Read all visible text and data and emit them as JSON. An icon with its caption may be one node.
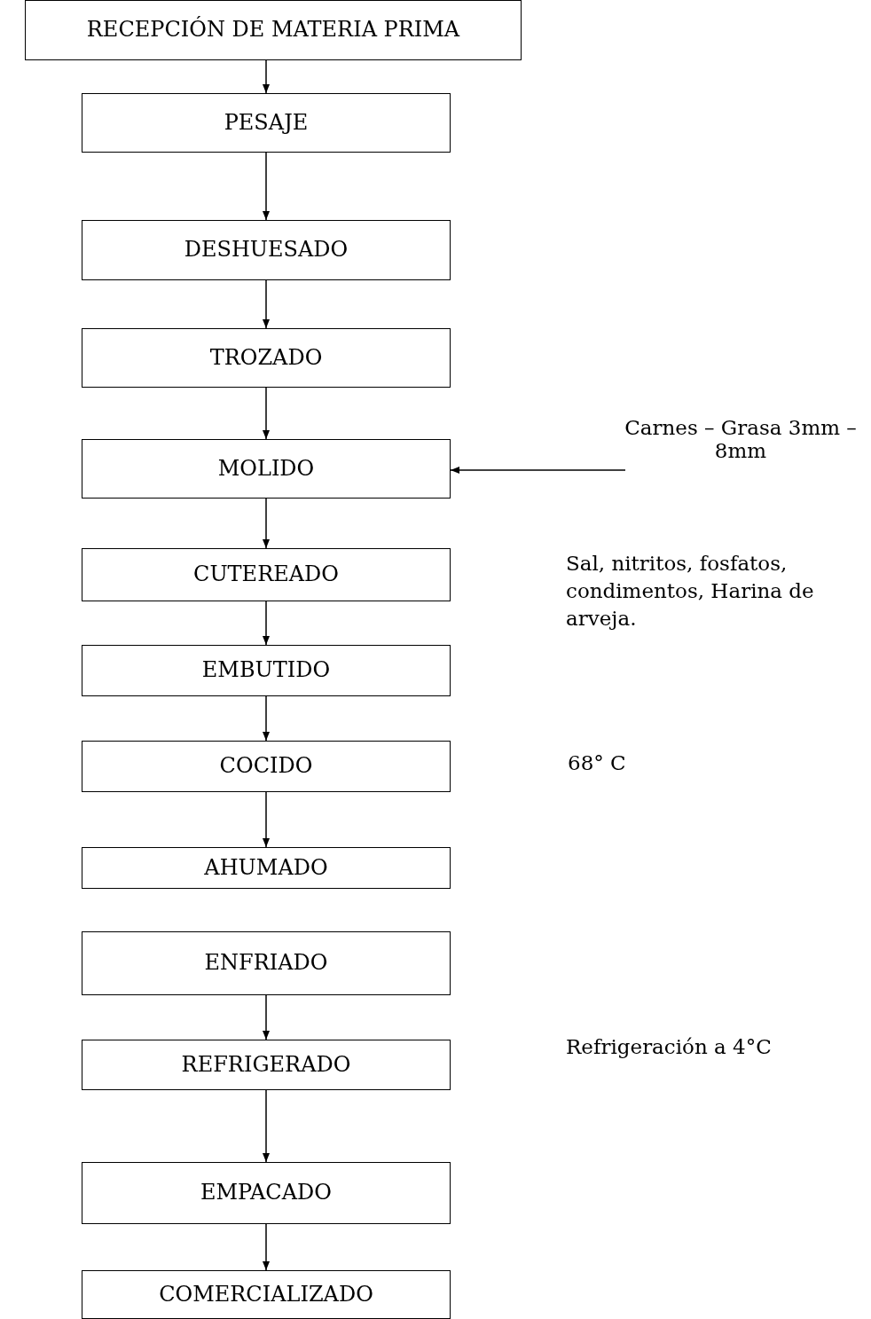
{
  "diagram": {
    "nodes": [
      {
        "text": [
          "RECEPCIÓN DE MATERIA PRIMA"
        ]
      },
      {
        "text": [
          "PESAJE"
        ]
      },
      {
        "text": [
          "DESHUESADO"
        ]
      },
      {
        "text": [
          "TROZADO"
        ]
      },
      {
        "text": [
          "MOLIDO"
        ]
      },
      {
        "text": [
          "CUTEREADO"
        ]
      },
      {
        "text": [
          "EMBUTIDO"
        ]
      },
      {
        "text": [
          "COCIDO"
        ]
      },
      {
        "text": [
          "AHUMADO"
        ]
      },
      {
        "text": [
          "ENFRIADO"
        ]
      },
      {
        "text": [
          "REFRIGERADO"
        ]
      },
      {
        "text": [
          "EMPACADO"
        ]
      },
      {
        "text": [
          "COMERCIALIZADO"
        ]
      },
      {
        "text": [
          "Carnes – Grasa 3mm – 8mm"
        ]
      }
    ],
    "edges": [
      {
        "from": 0,
        "to": 1,
        "arrow": "to"
      },
      {
        "from": 1,
        "to": 2,
        "arrow": "to"
      },
      {
        "from": 2,
        "to": 3,
        "arrow": "to"
      },
      {
        "from": 3,
        "to": 4,
        "arrow": "to"
      },
      {
        "from": 4,
        "to": 5,
        "arrow": "to"
      },
      {
        "from": 5,
        "to": 6,
        "arrow": "to"
      },
      {
        "from": 6,
        "to": 7,
        "arrow": "to"
      },
      {
        "from": 7,
        "to": 8,
        "arrow": "to"
      },
      {
        "from": 9,
        "to": 10,
        "arrow": "to"
      },
      {
        "from": 10,
        "to": 11,
        "arrow": "to"
      },
      {
        "from": 11,
        "to": 12,
        "arrow": "to"
      },
      {
        "from": 13,
        "to": 4,
        "arrow": "to"
      }
    ],
    "labels": [
      "Sal, nitritos, fosfatos, condimentos, Harina de arveja.",
      "68° C",
      "Refrigeración a 4°C"
    ]
  }
}
